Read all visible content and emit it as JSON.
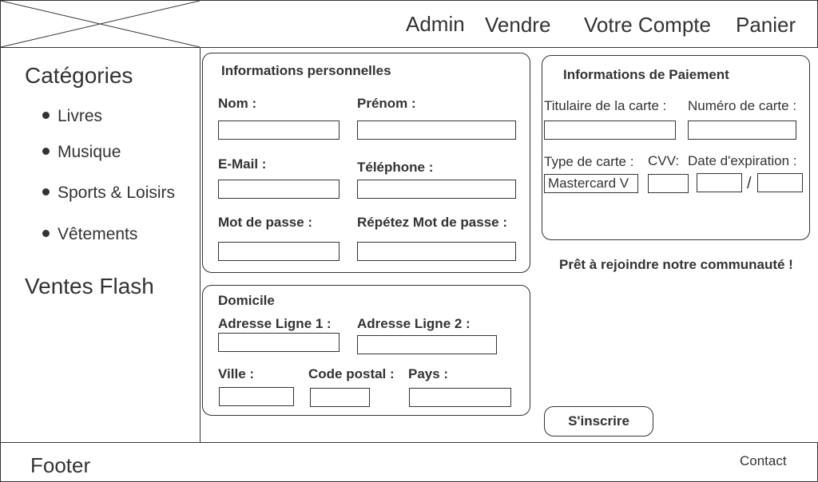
{
  "header": {
    "nav": [
      "Admin",
      "Vendre",
      "Votre Compte",
      "Panier"
    ]
  },
  "sidebar": {
    "categories_title": "Catégories",
    "items": [
      "Livres",
      "Musique",
      "Sports & Loisirs",
      "Vêtements"
    ],
    "flash_sales": "Ventes Flash"
  },
  "personal": {
    "title": "Informations personnelles",
    "nom": "Nom :",
    "prenom": "Prénom :",
    "email": "E-Mail :",
    "telephone": "Téléphone :",
    "password": "Mot de passe :",
    "password_repeat": "Répétez Mot de passe :"
  },
  "domicile": {
    "title": "Domicile",
    "address1": "Adresse Ligne 1 :",
    "address2": "Adresse Ligne 2 :",
    "ville": "Ville :",
    "code_postal": "Code postal :",
    "pays": "Pays :"
  },
  "payment": {
    "title": "Informations de Paiement",
    "holder": "Titulaire de la carte :",
    "number": "Numéro de carte :",
    "type": "Type de carte :",
    "type_value": "Mastercard V",
    "cvv": "CVV:",
    "expiry": "Date d'expiration :",
    "separator": "/"
  },
  "join": {
    "message": "Prêt à rejoindre notre communauté !",
    "button": "S'inscrire"
  },
  "footer": {
    "title": "Footer",
    "contact": "Contact"
  }
}
